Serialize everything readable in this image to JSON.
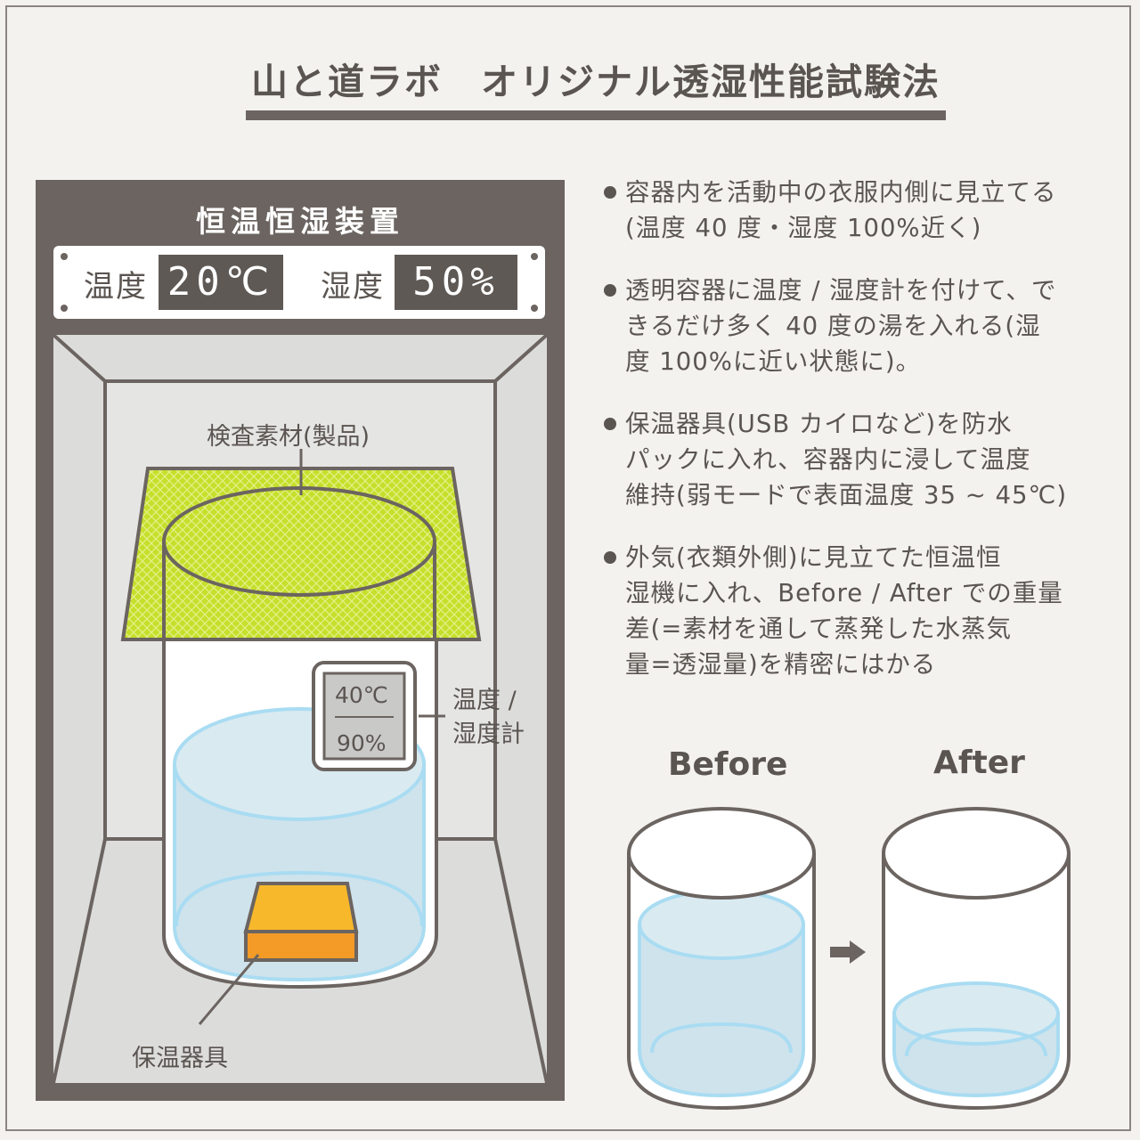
{
  "title": "山と道ラボ　オリジナル透湿性能試験法",
  "chamber": {
    "title": "恒温恒湿装置",
    "temp_label": "温度",
    "temp_value": "20℃",
    "humidity_label": "湿度",
    "humidity_value": "50%"
  },
  "labels": {
    "material": "検査素材(製品)",
    "meter_line1": "温度 /",
    "meter_line2": "湿度計",
    "meter_temp": "40℃",
    "meter_humidity": "90%",
    "heater": "保温器具"
  },
  "bullets": [
    [
      "容器内を活動中の衣服内側に見立てる",
      "(温度 40 度・湿度 100%近く)"
    ],
    [
      "透明容器に温度 / 湿度計を付けて、で",
      "きるだけ多く 40 度の湯を入れる(湿",
      "度 100%に近い状態に)。"
    ],
    [
      "保温器具(USB カイロなど)を防水",
      "パックに入れ、容器内に浸して温度",
      "維持(弱モードで表面温度 35 ~ 45℃)"
    ],
    [
      "外気(衣類外側)に見立てた恒温恒",
      "湿機に入れ、Before / After での重量",
      "差(=素材を通して蒸発した水蒸気",
      "量=透湿量)を精密にはかる"
    ]
  ],
  "comparison": {
    "before_label": "Before",
    "after_label": "After"
  },
  "colors": {
    "frame": "#6b6460",
    "material": "#c6df2a",
    "water": "#cfe3ec",
    "water_edge": "#a9dcf2",
    "heater": "#f3a22a"
  },
  "icons": [
    "arrow-right-icon"
  ]
}
